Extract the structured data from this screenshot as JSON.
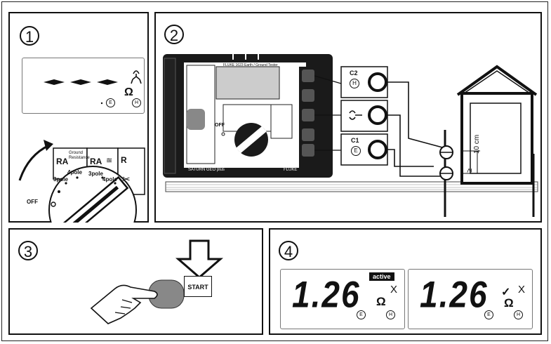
{
  "steps": {
    "s1": "1",
    "s2": "2",
    "s3": "3",
    "s4": "4"
  },
  "panel1": {
    "ohm_symbol": "Ω",
    "label_E": "E",
    "label_H": "H",
    "dial": {
      "ra_label": "RA",
      "ground_resistance": "Ground\nResistance",
      "ra_clamp_label": "RA",
      "r_clamp_label": "R",
      "pole3": "3pole",
      "pole4": "4pole",
      "pole3b": "3pole",
      "pole4b": "4pole",
      "off": "OFF"
    }
  },
  "panel2": {
    "device_title": "FLUKE 1623 Earth / Ground Tester",
    "brand_left": "SATURN GEO plus",
    "brand_right": "FLUKE",
    "off": "OFF",
    "c2_label": "C2",
    "c2_sub": "H",
    "c1_label": "C1",
    "c1_sub": "E",
    "distance": "10 cm",
    "ge_symbol": "≥"
  },
  "panel3": {
    "start_label": "START"
  },
  "panel4": {
    "reading_left": "1.26",
    "reading_right": "1.26",
    "active_badge": "active",
    "ohm_symbol": "Ω",
    "check_symbol": "✓",
    "label_E": "E",
    "label_H": "H"
  }
}
